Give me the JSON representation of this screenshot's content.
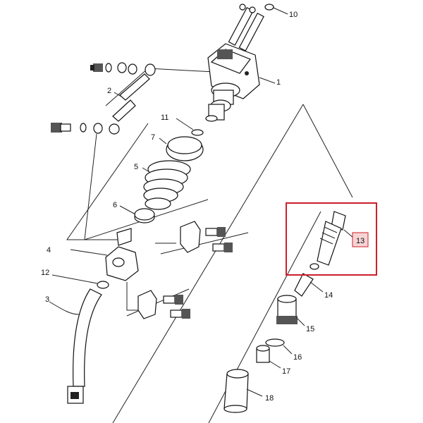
{
  "diagram": {
    "highlight_color": "#cc1f2a",
    "labels": {
      "p1": "1",
      "p2": "2",
      "p3": "3",
      "p4": "4",
      "p5": "5",
      "p6": "6",
      "p7": "7",
      "p10": "10",
      "p11": "11",
      "p12": "12",
      "p13": "13",
      "p14": "14",
      "p15": "15",
      "p16": "16",
      "p17": "17",
      "p18": "18"
    }
  }
}
